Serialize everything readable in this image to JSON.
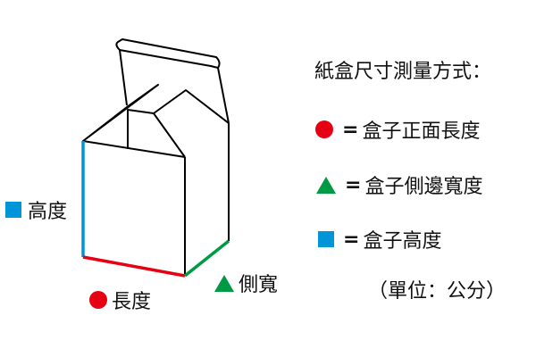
{
  "title": "紙盒尺寸測量方式：",
  "legend": [
    {
      "symbol": "circle",
      "color": "#e60012",
      "equals": "=",
      "label": "盒子正面長度"
    },
    {
      "symbol": "triangle",
      "color": "#009944",
      "equals": "=",
      "label": "盒子側邊寬度"
    },
    {
      "symbol": "square",
      "color": "#0095d9",
      "equals": "=",
      "label": "盒子高度"
    }
  ],
  "unit": "（單位：公分）",
  "diagram_labels": {
    "height": "高度",
    "length": "長度",
    "width": "側寬"
  }
}
